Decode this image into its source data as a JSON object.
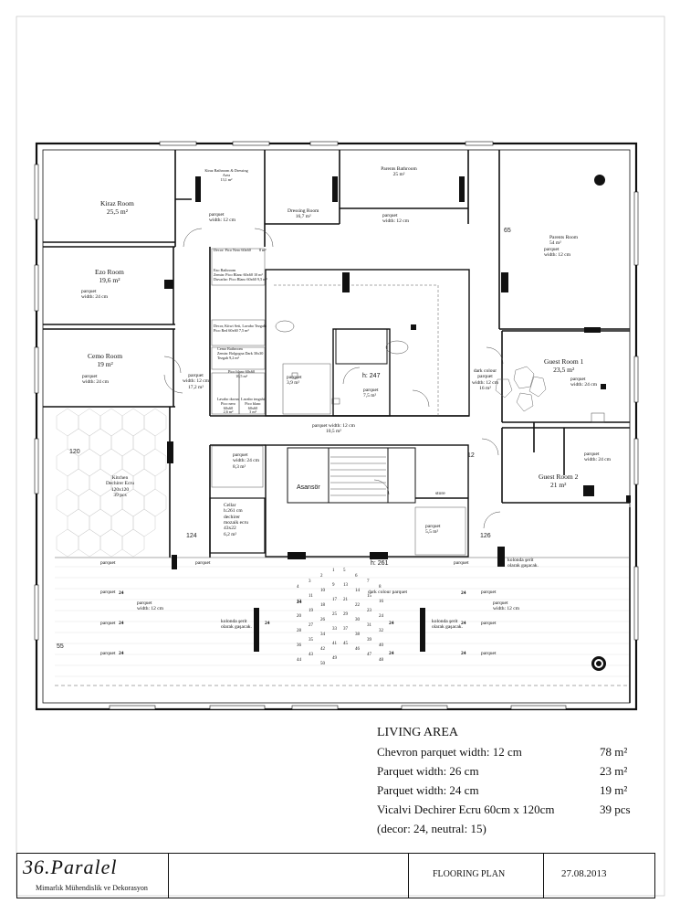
{
  "rooms": {
    "kiraz": {
      "name": "Kiraz Room",
      "area": "25,5 m²"
    },
    "kiraz_bath": {
      "name": "Kiraz Bathroom & Dressing Area",
      "area": "13,1 m²",
      "floor": "parquet",
      "width": "width: 12 cm"
    },
    "dressing": {
      "name": "Dressing Room",
      "area": "16,7 m²"
    },
    "parents_bath": {
      "name": "Parents Bathroom",
      "area": "25 m²",
      "floor": "parquet",
      "width": "width: 12 cm"
    },
    "parents": {
      "name": "Parents Room",
      "area": "54 m²",
      "floor": "parquet",
      "width": "width: 12 cm"
    },
    "ezo": {
      "name": "Ezo Room",
      "area": "19,6 m²",
      "floor": "parquet",
      "width": "width: 24 cm"
    },
    "ezo_bath": {
      "name": "Ezo Bathroom",
      "line1": "Zemin: Pico Blanc 60x60",
      "line2": "Duvarlar: Pico Blanc 60x60",
      "area": "10 m²",
      "area2": "9,5 m²"
    },
    "decor_top": {
      "text": "Decor: Pico Nero 60x60",
      "area": "8 m²"
    },
    "decor_mid": {
      "line1": "Decor, Kitwi Seti, Lavabo Tezgahi",
      "line2": "Pico Red 60x60",
      "area": "7,5 m²"
    },
    "cemo": {
      "name": "Cemo Room",
      "area": "19 m²",
      "floor": "parquet",
      "width": "width: 24 cm"
    },
    "cemo_bath": {
      "name": "Cemo Bathroom",
      "line1": "Zemin: Bolgogna Dark 30x30",
      "line2": "Tezgah 9,2 m²"
    },
    "hall_left": {
      "floor": "parquet",
      "width": "width: 12 cm",
      "area": "17,2 m²"
    },
    "small_a": {
      "text": "Pico blanc 60x60",
      "area": "10,5 m²"
    },
    "small_b": {
      "text": "Lavabo duvarı Pico nero 60x60",
      "area": "2,6 m²"
    },
    "small_c": {
      "text": "Lavabo tezgahi Pico blanc 60x60",
      "area": "3 m²"
    },
    "study": {
      "floor": "parquet",
      "area": "3,9 m²"
    },
    "hall_mid": {
      "floor": "parquet",
      "area": "7,5 m²"
    },
    "dark_colour": {
      "floor": "dark colour",
      "floor2": "parquet",
      "width": "width: 12 cm",
      "area": "16 m²"
    },
    "guest1": {
      "name": "Guest Room 1",
      "area": "23,5 m²",
      "floor": "parquet",
      "width": "width: 24 cm"
    },
    "guest2": {
      "name": "Guest Room 2",
      "area": "21 m²",
      "floor": "parquet",
      "width": "width: 24 cm"
    },
    "corridor": {
      "floor": "parquet width: 12 cm",
      "area": "10,5 m²"
    },
    "entry": {
      "floor": "parquet",
      "width": "width: 24 cm",
      "area": "8,3 m²"
    },
    "kitchen": {
      "name": "Kitchen",
      "line1": "Dechirer Ecru",
      "line2": "120x120",
      "line3": "39 pcs"
    },
    "cellar": {
      "name": "Cellar",
      "line1": "h:261 cm",
      "line2": "dechirer",
      "line3": "mozaik ecru",
      "line4": "43x22",
      "area": "6,2 m²"
    },
    "elevator": {
      "name": "Asansör"
    },
    "store": {
      "name": "store"
    },
    "store_parquet": {
      "floor": "parquet",
      "area": "5,5 m²"
    },
    "h247": {
      "text": "h: 247"
    },
    "h261": {
      "text": "h: 261"
    },
    "living_dark": {
      "text": "dark colour parquet"
    },
    "living_note_l": {
      "line1": "kolonda şerit",
      "line2": "olarak gaşacak."
    },
    "living_note_r": {
      "line1": "kolonda şerit",
      "line2": "olarak gaşacak."
    }
  },
  "dimensions": {
    "d65": "65",
    "d120": "120",
    "d124": "124",
    "d126": "126",
    "d55": "55",
    "d12": "12"
  },
  "living_labels": {
    "parquet": "parquet",
    "parquet_w12": "width: 12 cm",
    "mark24": "24"
  },
  "herringbone_numbers": [
    "1",
    "2",
    "3",
    "4",
    "5",
    "6",
    "7",
    "8",
    "9",
    "10",
    "11",
    "12",
    "13",
    "14",
    "15",
    "16",
    "17",
    "18",
    "19",
    "20",
    "21",
    "22",
    "23",
    "24",
    "25",
    "26",
    "27",
    "28",
    "29",
    "30",
    "31",
    "32",
    "33",
    "34",
    "35",
    "36",
    "37",
    "38",
    "39",
    "40",
    "41",
    "42",
    "43",
    "44",
    "45",
    "46",
    "47",
    "48",
    "49",
    "50"
  ],
  "schedule": {
    "heading": "LIVING AREA",
    "rows": [
      {
        "label": "Chevron parquet width: 12 cm",
        "amount": "78 m²"
      },
      {
        "label": "Parquet width: 26 cm",
        "amount": "23 m²"
      },
      {
        "label": "Parquet width: 24 cm",
        "amount": "19 m²"
      },
      {
        "label": "Vicalvi Dechirer Ecru 60cm x 120cm",
        "amount": "39 pcs"
      },
      {
        "label": "(decor: 24, neutral: 15)",
        "amount": ""
      }
    ]
  },
  "titleblock": {
    "logo_name": "36.Paralel",
    "logo_sub": "Mimarlık Mühendislik ve Dekorasyon",
    "drawing_title": "FLOORING PLAN",
    "date": "27.08.2013"
  }
}
